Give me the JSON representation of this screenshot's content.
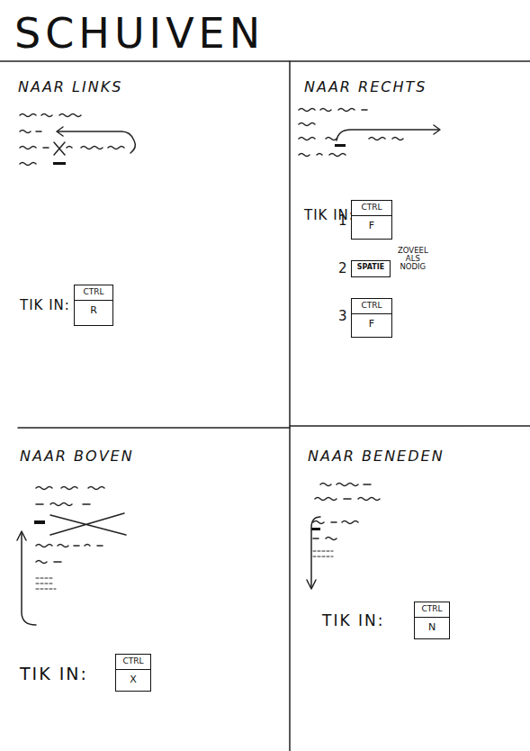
{
  "diagram": {
    "title": "SCHUIVEN",
    "nodes": [
      {
        "text": [
          "CTRL",
          "R"
        ]
      },
      {
        "text": [
          "CTRL",
          "F"
        ]
      },
      {
        "text": [
          "SPATIE"
        ]
      },
      {
        "text": [
          "CTRL",
          "F"
        ]
      },
      {
        "text": [
          "CTRL",
          "X"
        ]
      },
      {
        "text": [
          "CTRL",
          "N"
        ]
      }
    ],
    "labels": [
      "NAAR LINKS",
      "TIK IN:",
      "NAAR RECHTS",
      "TIK IN:",
      "1",
      "2",
      "ZOVEEL ALS NODIG",
      "3",
      "NAAR BOVEN",
      "TIK IN:",
      "NAAR BENEDEN",
      "TIK IN:"
    ]
  }
}
